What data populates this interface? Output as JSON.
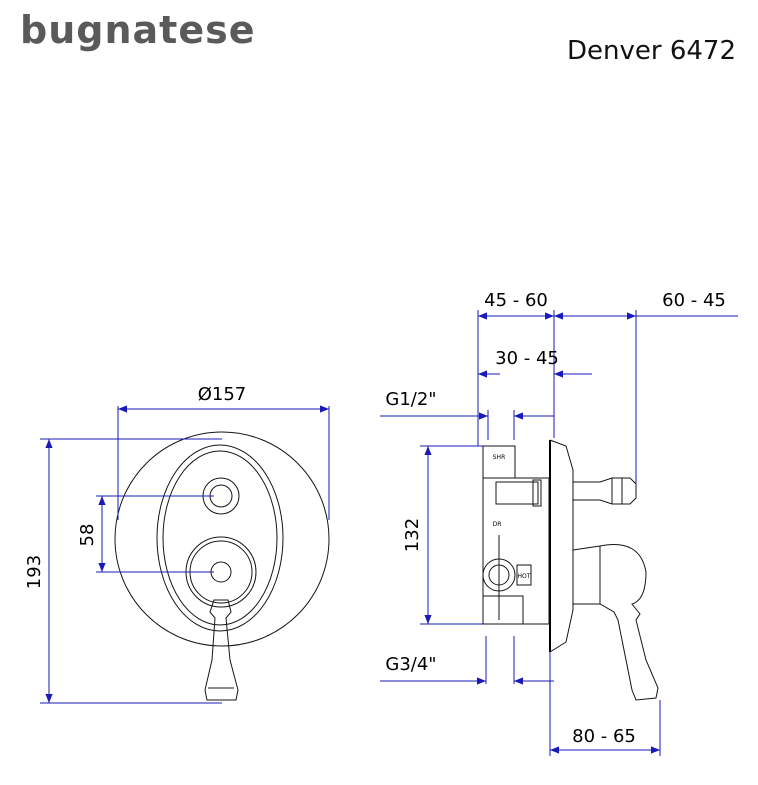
{
  "header": {
    "brand": "bugnatese",
    "model": "Denver 6472"
  },
  "dimensions": {
    "diameter": "Ø157",
    "height_total": "193",
    "handle_spacing": "58",
    "body_height": "132",
    "depth_top_left": "45 - 60",
    "depth_top_right": "60 - 45",
    "depth_mid": "30 - 45",
    "inlet_top": "G1/2\"",
    "inlet_bottom": "G3/4\"",
    "projection_bottom": "80 - 65"
  },
  "body_labels": {
    "shr": "SHR",
    "dr": "DR",
    "hot": "HOT"
  },
  "colors": {
    "dimension_line": "#1a1ab8",
    "outline": "#151515",
    "logo": "#5a5a5a"
  }
}
